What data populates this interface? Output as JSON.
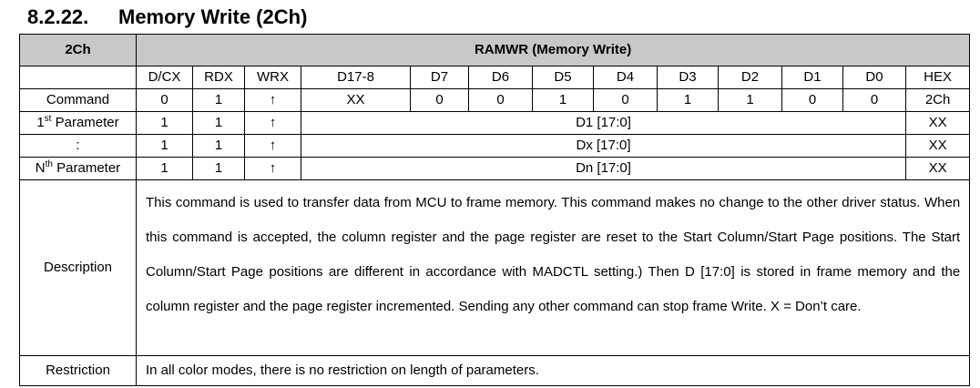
{
  "heading": {
    "number": "8.2.22.",
    "title": "Memory Write (2Ch)"
  },
  "table": {
    "code": "2Ch",
    "name": "RAMWR (Memory Write)",
    "columns": [
      "D/CX",
      "RDX",
      "WRX",
      "D17-8",
      "D7",
      "D6",
      "D5",
      "D4",
      "D3",
      "D2",
      "D1",
      "D0",
      "HEX"
    ],
    "command_row": {
      "label": "Command",
      "values": [
        "0",
        "1",
        "↑",
        "XX",
        "0",
        "0",
        "1",
        "0",
        "1",
        "1",
        "0",
        "0",
        "2Ch"
      ]
    },
    "parameter_rows": [
      {
        "label_base": "1",
        "label_sup": "st",
        "label_rest": " Parameter",
        "dcx": "1",
        "rdx": "1",
        "wrx": "↑",
        "data": "D1 [17:0]",
        "hex": "XX"
      },
      {
        "label_base": ":",
        "label_sup": "",
        "label_rest": "",
        "dcx": "1",
        "rdx": "1",
        "wrx": "↑",
        "data": "Dx [17:0]",
        "hex": "XX"
      },
      {
        "label_base": "N",
        "label_sup": "th",
        "label_rest": " Parameter",
        "dcx": "1",
        "rdx": "1",
        "wrx": "↑",
        "data": "Dn [17:0]",
        "hex": "XX"
      }
    ],
    "description_label": "Description",
    "description_text": "This command is used to transfer data from MCU to frame memory. This command makes no change to the other driver status. When this command is accepted, the column register and the page register are reset to the Start Column/Start Page positions. The Start Column/Start Page positions are different in accordance with MADCTL setting.) Then D [17:0] is stored in frame memory and the column register and the page register incremented. Sending any other command can stop frame Write. X = Don’t care.",
    "restriction_label": "Restriction",
    "restriction_text": "In all color modes, there is no restriction on length of parameters."
  }
}
